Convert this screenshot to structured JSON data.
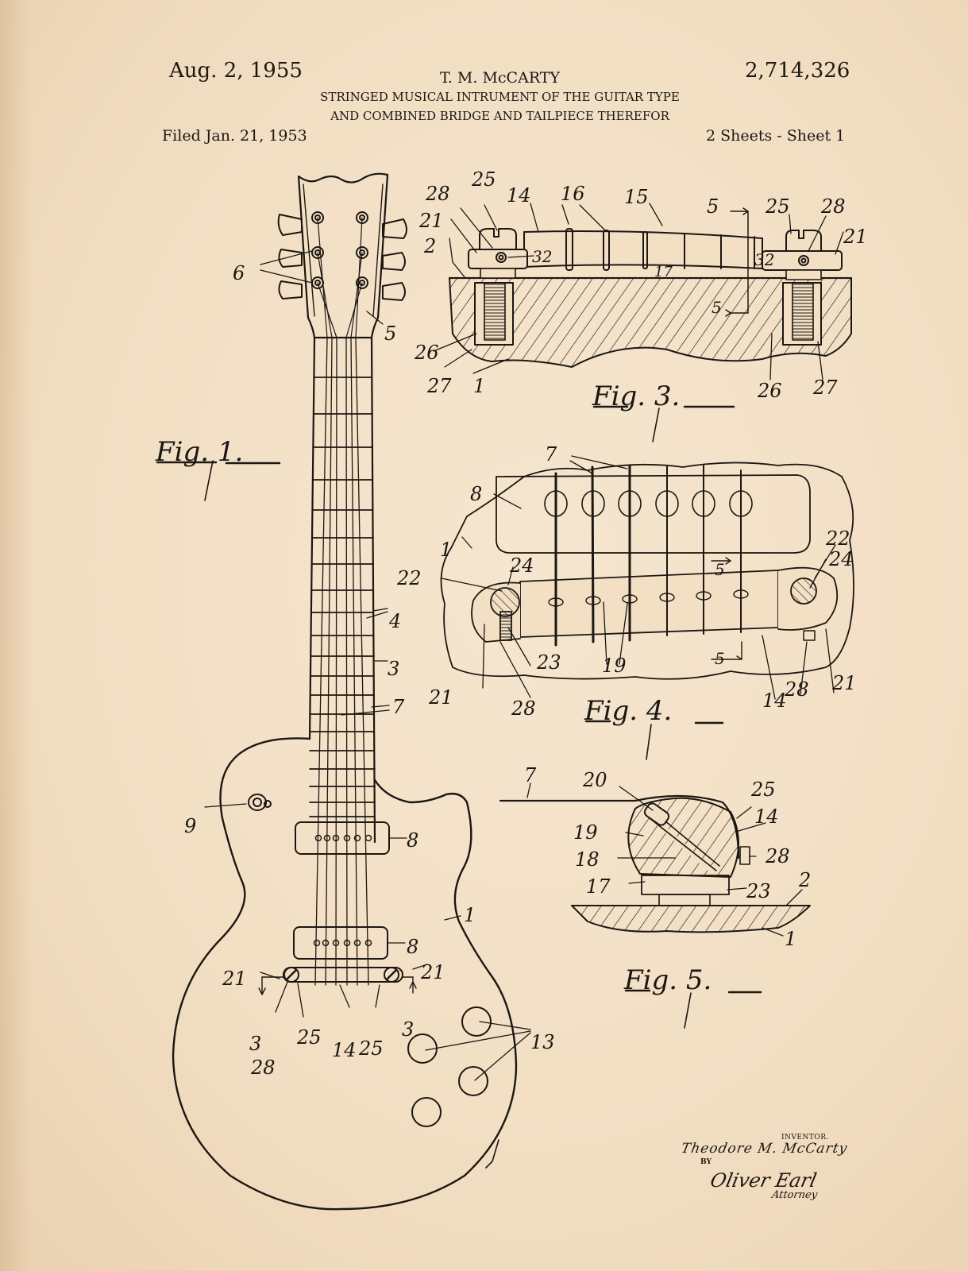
{
  "header": {
    "date": "Aug. 2, 1955",
    "inventor": "T. M. McCARTY",
    "patent_number": "2,714,326",
    "title_line1": "STRINGED MUSICAL INTRUMENT OF THE GUITAR TYPE",
    "title_line2": "AND COMBINED BRIDGE AND TAILPIECE THEREFOR",
    "filed": "Filed Jan. 21, 1953",
    "sheets": "2 Sheets - Sheet 1"
  },
  "figures": {
    "fig1": {
      "label": "Fig. 1.",
      "refs": [
        "6",
        "5",
        "4",
        "3",
        "7",
        "9",
        "8",
        "8",
        "1",
        "21",
        "21",
        "3",
        "3",
        "25",
        "14",
        "25",
        "28",
        "13"
      ]
    },
    "fig3": {
      "label": "Fig. 3.",
      "refs": [
        "28",
        "25",
        "14",
        "16",
        "15",
        "5",
        "25",
        "28",
        "21",
        "21",
        "2",
        "32",
        "32",
        "17",
        "5",
        "26",
        "27",
        "1",
        "26",
        "27"
      ]
    },
    "fig4": {
      "label": "Fig. 4.",
      "refs": [
        "7",
        "8",
        "1",
        "22",
        "24",
        "22",
        "24",
        "5",
        "23",
        "19",
        "5",
        "21",
        "28",
        "14",
        "28",
        "21"
      ]
    },
    "fig5": {
      "label": "Fig. 5.",
      "refs": [
        "7",
        "20",
        "25",
        "14",
        "19",
        "18",
        "28",
        "17",
        "23",
        "2",
        "1"
      ]
    }
  },
  "signature": {
    "inventor_caption": "INVENTOR.",
    "inventor_name": "Theodore M. McCarty",
    "by": "BY",
    "attorney_signature": "Oliver Earl",
    "attorney_caption": "Attorney"
  },
  "colors": {
    "paper": "#f2dfc4",
    "ink": "#1c1712"
  }
}
